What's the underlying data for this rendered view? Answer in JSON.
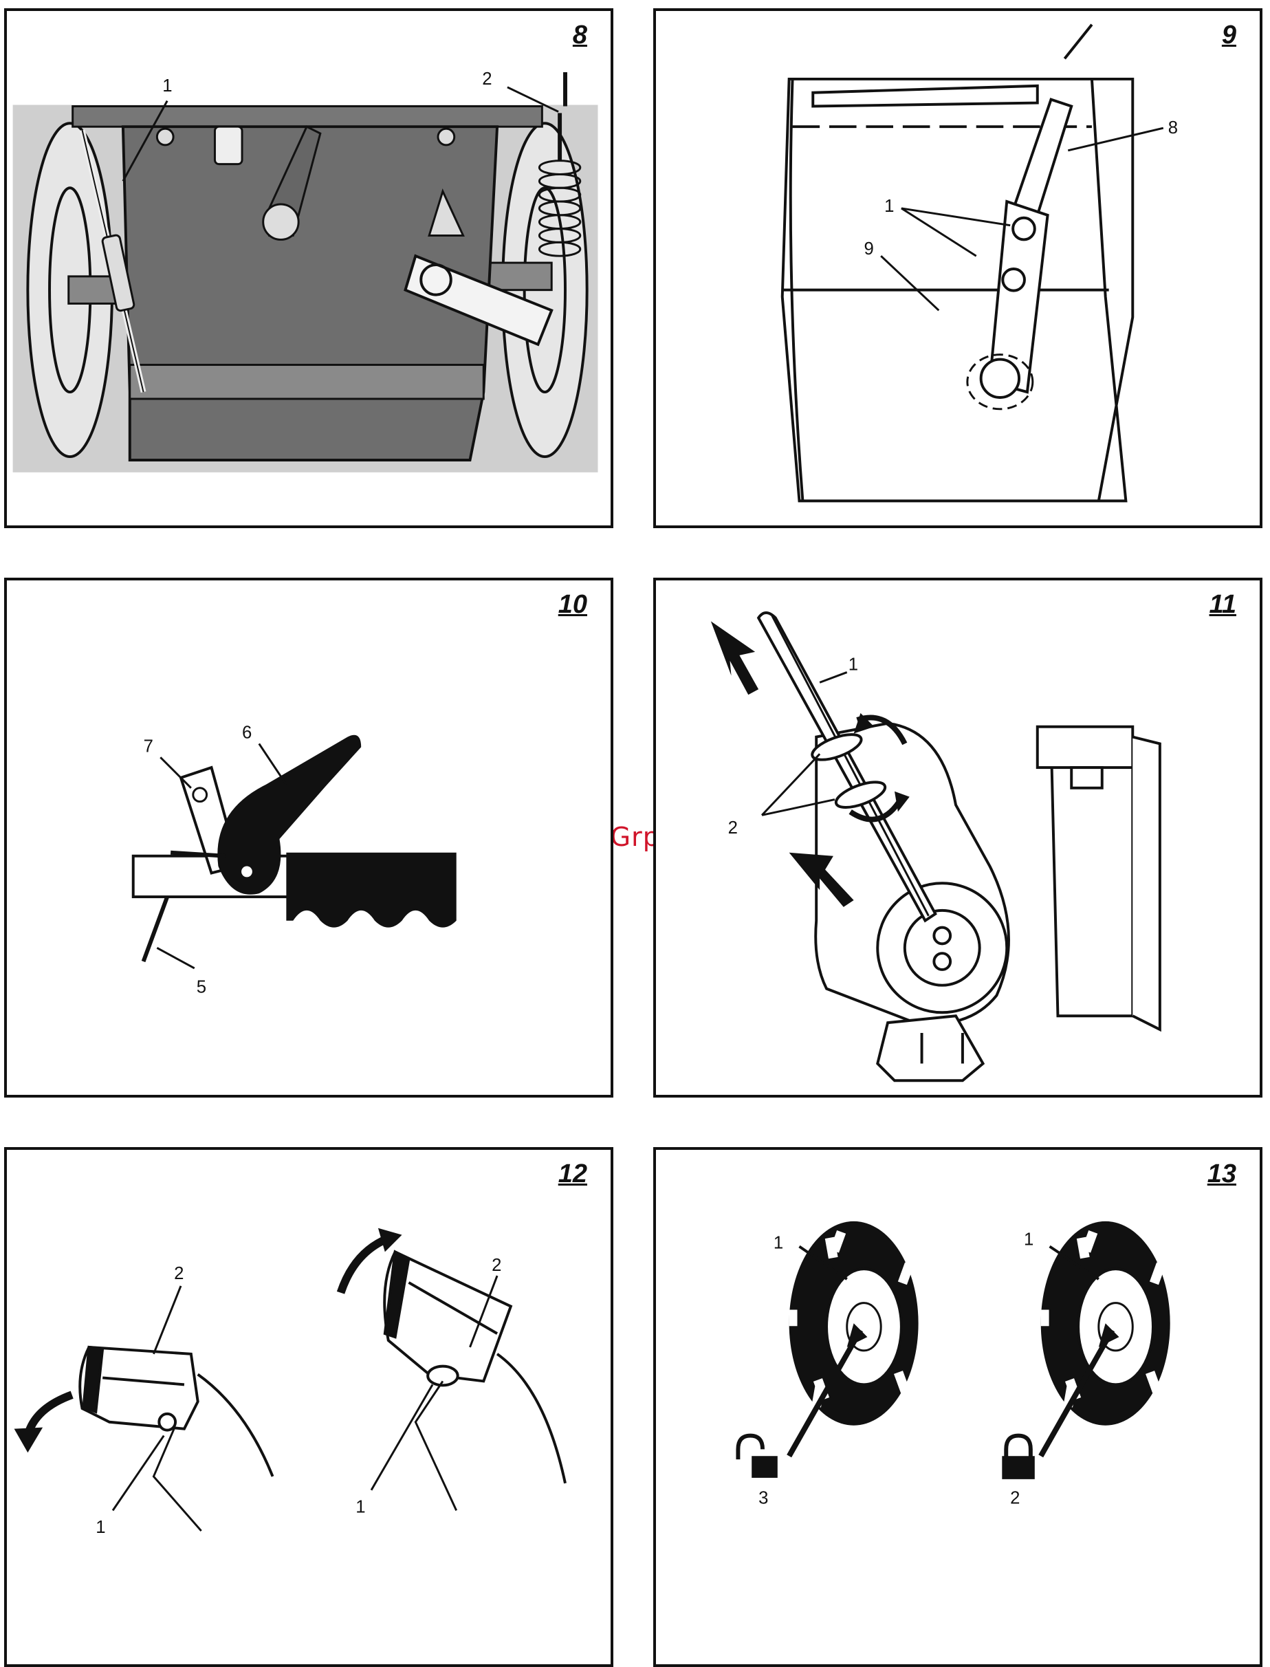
{
  "watermark": "McGrp.Ru",
  "figures": [
    {
      "number": "8",
      "callouts": [
        "1",
        "2"
      ]
    },
    {
      "number": "9",
      "callouts": [
        "8",
        "1",
        "9"
      ]
    },
    {
      "number": "10",
      "callouts": [
        "7",
        "6",
        "5"
      ]
    },
    {
      "number": "11",
      "callouts": [
        "1",
        "2"
      ]
    },
    {
      "number": "12",
      "callouts": [
        "2",
        "1",
        "2",
        "1"
      ]
    },
    {
      "number": "13",
      "callouts": [
        "1",
        "3",
        "1",
        "2"
      ]
    }
  ],
  "icons": [
    "unlock-icon",
    "lock-icon",
    "rotate-arrow-icon",
    "direction-arrow-icon"
  ]
}
